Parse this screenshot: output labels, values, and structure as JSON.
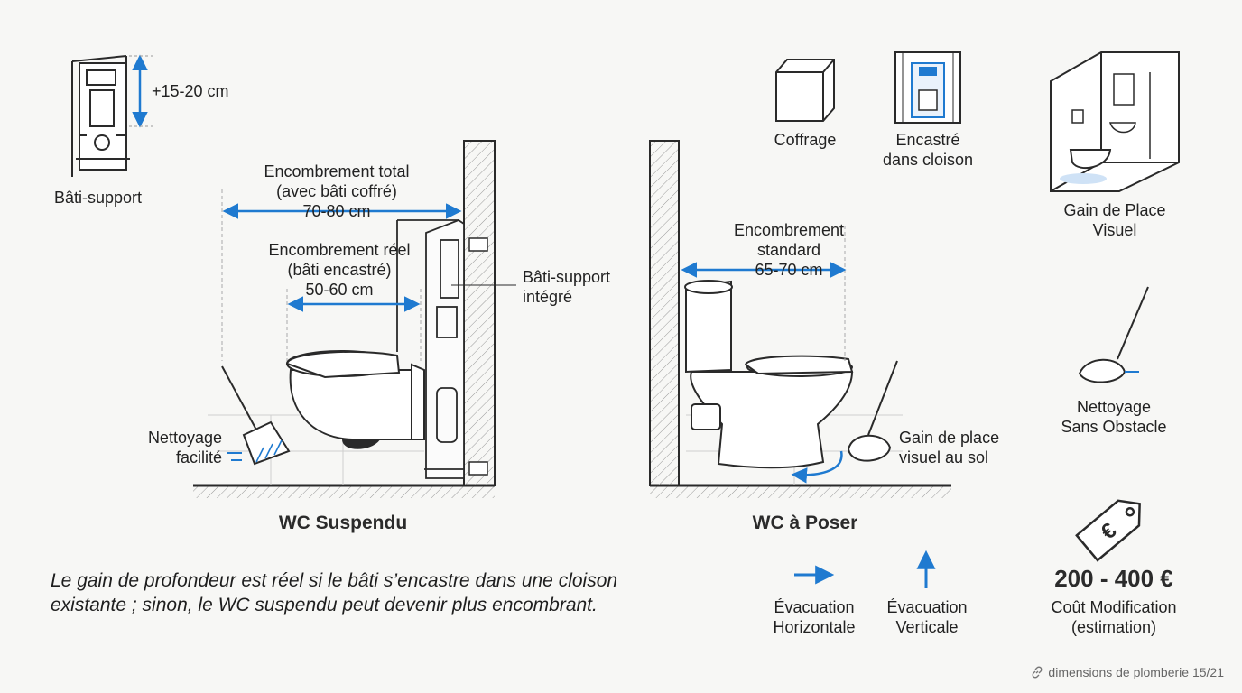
{
  "wall_mounted": {
    "title": "WC Suspendu",
    "frame_label": "Bâti-support",
    "height_adjust": "+15-20 cm",
    "total_footprint": [
      "Encombrement total",
      "(avec bâti coffré)",
      "70-80 cm"
    ],
    "real_footprint": [
      "Encombrement réel",
      "(bâti encastré)",
      "50-60 cm"
    ],
    "integrated_frame": [
      "Bâti-support",
      "intégré"
    ],
    "cleaning": [
      "Nettoyage",
      "facilité"
    ]
  },
  "floor_standing": {
    "title": "WC à Poser",
    "standard_footprint": [
      "Encombrement",
      "standard",
      "65-70 cm"
    ],
    "floor_space": [
      "Gain de place",
      "visuel au sol"
    ]
  },
  "options": {
    "coffrage": "Coffrage",
    "encastre": [
      "Encastré",
      "dans cloison"
    ]
  },
  "benefits": {
    "visual_space": [
      "Gain de Place",
      "Visuel"
    ],
    "cleaning": [
      "Nettoyage",
      "Sans Obstacle"
    ]
  },
  "evacuation": {
    "horizontal": [
      "Évacuation",
      "Horizontale"
    ],
    "vertical": [
      "Évacuation",
      "Verticale"
    ]
  },
  "cost": {
    "price": "200 - 400 €",
    "label": [
      "Coût Modification",
      "(estimation)"
    ]
  },
  "note": "Le gain de profondeur est réel si le bâti s’encastre dans une cloison existante ; sinon, le WC suspendu peut devenir plus encombrant.",
  "footer": "dimensions de plomberie 15/21",
  "colors": {
    "accent": "#1f7ad0",
    "line": "#2a2a2a"
  }
}
